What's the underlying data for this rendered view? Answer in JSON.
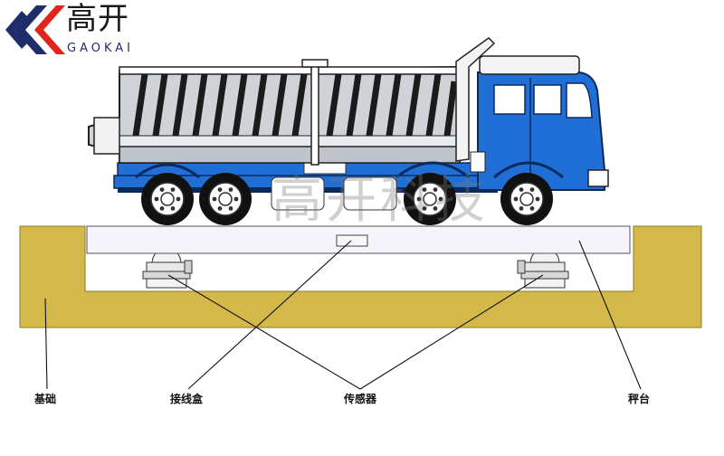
{
  "logo": {
    "cn": "高开",
    "en": "GAOKAI"
  },
  "watermark": "高开科技",
  "labels": {
    "foundation": "基础",
    "junction_box": "接线盒",
    "load_cell": "传感器",
    "platform": "秤台"
  },
  "colors": {
    "foundation": "#D4B94A",
    "cab_blue": "#1F6FD6",
    "logo_red": "#E1251B",
    "logo_blue": "#1F2D6B",
    "platform": "#F4F4FA"
  }
}
